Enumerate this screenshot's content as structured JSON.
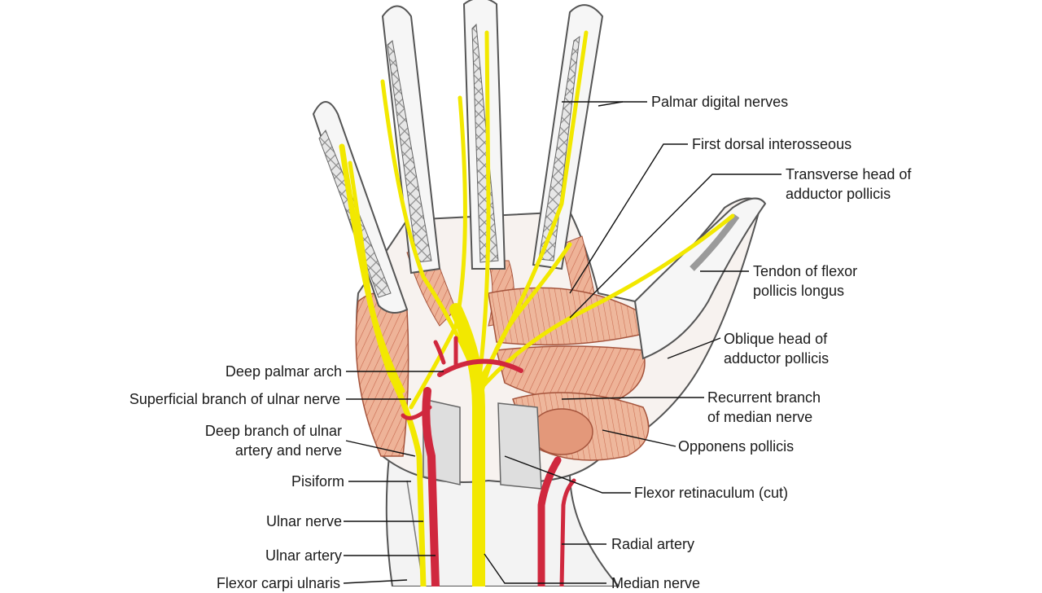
{
  "labels_right": {
    "palmar_digital_nerves": "Palmar digital nerves",
    "first_dorsal_interosseous": "First dorsal interosseous",
    "transverse_head_adductor": "Transverse head of\nadductor pollicis",
    "tendon_flexor_pollicis_longus": "Tendon of flexor\npollicis longus",
    "oblique_head_adductor": "Oblique head of\nadductor pollicis",
    "recurrent_branch_median": "Recurrent branch\nof median nerve",
    "opponens_pollicis": "Opponens pollicis",
    "flexor_retinaculum": "Flexor retinaculum (cut)",
    "radial_artery": "Radial artery",
    "median_nerve": "Median nerve"
  },
  "labels_left": {
    "deep_palmar_arch": "Deep palmar arch",
    "superficial_branch_ulnar": "Superficial branch of ulnar nerve",
    "deep_branch_ulnar": "Deep branch of ulnar\nartery and nerve",
    "pisiform": "Pisiform",
    "ulnar_nerve": "Ulnar nerve",
    "ulnar_artery": "Ulnar artery",
    "flexor_carpi_ulnaris": "Flexor carpi ulnaris"
  },
  "colors": {
    "nerve": "#f2e800",
    "artery": "#d0283e",
    "muscle": "#e8a488",
    "tendon": "#dcdcdc",
    "leader": "#111111"
  }
}
